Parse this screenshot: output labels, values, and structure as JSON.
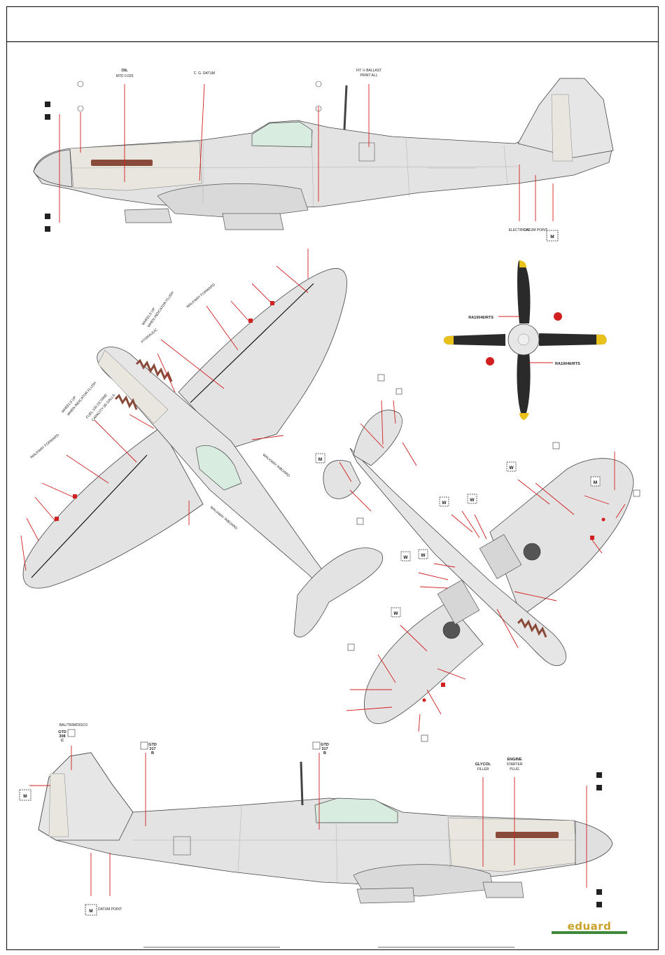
{
  "title": "",
  "side_top": {
    "oil_label": "OIL",
    "oil_sub": "MTD 0.025",
    "cg_label": "C. G. DATUM",
    "ballast_label": "FIT ½ BALLAST",
    "ballast_sub": "PRINT ALL",
    "electrical": "ELECTRICAL",
    "datum": "DATUM POINT",
    "m_marker": "M"
  },
  "plan_top": {
    "walkway1": "WALKWAY FORWARD",
    "walkway2": "WALKWAY FORWARD",
    "wheels1": "WHEELS UP",
    "wheels1_sub": "WHEN INDICATOR FLUSH",
    "wheels2": "WHEELS UP",
    "wheels2_sub": "WHEN INDICATOR FLUSH",
    "fuel": "FUEL 100 OCTANE",
    "fuel_sub": "CAPACITY 85 GALLS.",
    "hydraulic": "HYDRAULIC",
    "walkway_inboard1": "WALKWAY INBOARD",
    "walkway_inboard2": "WALKWAY INBOARD"
  },
  "propeller": {
    "code_top": "RA10046/RTS",
    "code_bottom": "RA10046/RTS"
  },
  "plan_bottom": {
    "marker_w": "W",
    "marker_m": "M"
  },
  "side_bottom": {
    "code_label": "BAL/TRIM/DISCO",
    "gtd_1": "GTD",
    "gtd_1_sub": "308",
    "gtd_1_sub2": "C",
    "gtd_2": "GTD",
    "gtd_2_sub": "317",
    "gtd_2_sub2": "B",
    "gtd_3": "GTD",
    "gtd_3_sub": "317",
    "gtd_3_sub2": "B",
    "glycol": "GLYCOL",
    "glycol_sub": "FILLER",
    "engine": "ENGINE",
    "engine_sub": "STARTER",
    "engine_sub2": "PLUG",
    "m_marker": "M",
    "m_marker_2": "M",
    "datum": "DATUM POINT"
  },
  "brand": "eduard",
  "colors": {
    "camo_light": "#e4e4e4",
    "camo_mid": "#d6d6d6",
    "camo_cream": "#e8e6de",
    "stencil_red": "#d21f1f",
    "brand_gold": "#c9a227",
    "brand_green": "#3e8a3a"
  }
}
